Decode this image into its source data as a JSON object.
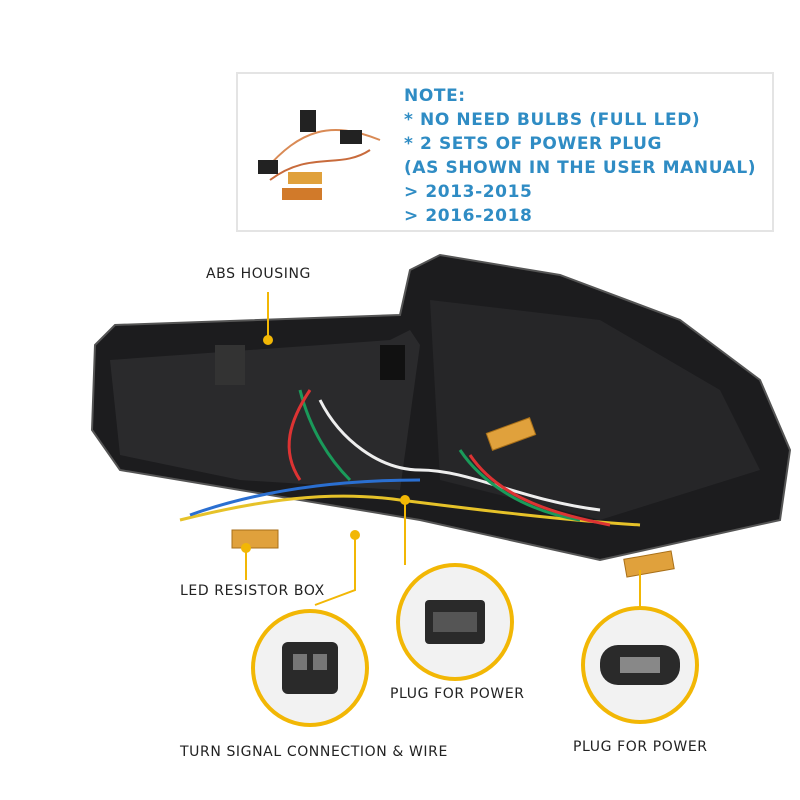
{
  "note": {
    "title": "NOTE:",
    "lines": [
      "* NO NEED BULBS (FULL LED)",
      "* 2 SETS OF POWER PLUG",
      "(AS SHOWN IN THE USER MANUAL)",
      "> 2013-2015",
      "> 2016-2018"
    ]
  },
  "callouts": {
    "abs_housing": "ABS HOUSING",
    "led_resistor_box": "LED RESISTOR BOX",
    "turn_signal": "TURN SIGNAL CONNECTION & WIRE",
    "plug_power_1": "PLUG FOR POWER",
    "plug_power_2": "PLUG FOR POWER"
  },
  "colors": {
    "note_text": "#2f8cc4",
    "callout": "#f2b705",
    "housing": "#1c1c1e"
  }
}
